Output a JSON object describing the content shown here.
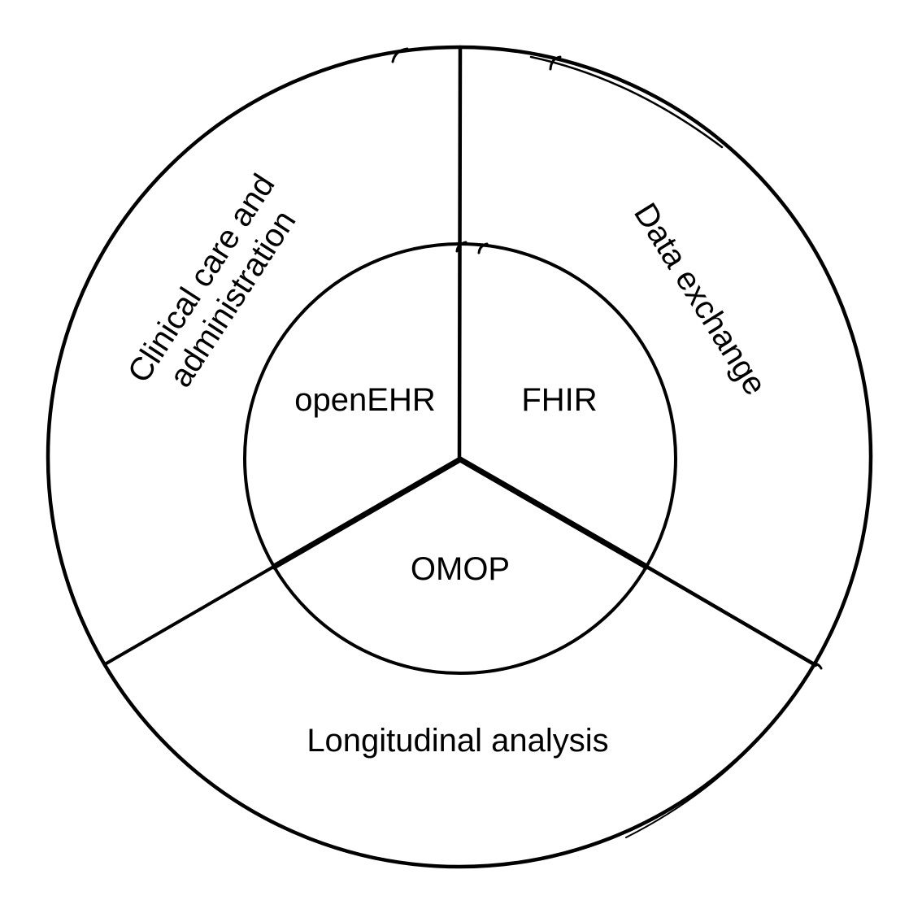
{
  "colors": {
    "background": "#ffffff",
    "stroke": "#000000",
    "text": "#000000"
  },
  "diagram": {
    "inner_circle": {
      "sectors": {
        "openehr": "openEHR",
        "fhir": "FHIR",
        "omop": "OMOP"
      }
    },
    "outer_ring": {
      "sectors": {
        "clinical": {
          "label": "Clinical care and administration",
          "line1": "Clinical care and",
          "line2": "administration"
        },
        "data_exchange": {
          "label": "Data exchange"
        },
        "longitudinal": {
          "label": "Longitudinal analysis"
        }
      }
    }
  }
}
